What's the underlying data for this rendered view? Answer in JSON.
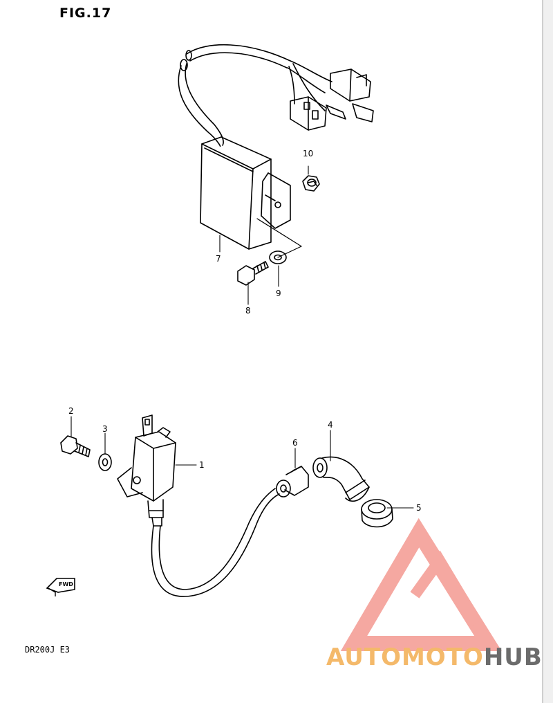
{
  "figure": {
    "title": "FIG.17",
    "model_label": "DR200J  E3"
  },
  "callouts": [
    "1",
    "2",
    "3",
    "4",
    "5",
    "6",
    "7",
    "8",
    "9",
    "10"
  ],
  "fwd_label": "FWD",
  "logo": {
    "text_part_1": "AUTOMOTO",
    "text_part_2": "HUB",
    "colors": {
      "triangle": "#f28b82",
      "text_accent": "#f4b96a",
      "text_dark": "#6b6b6b"
    }
  }
}
